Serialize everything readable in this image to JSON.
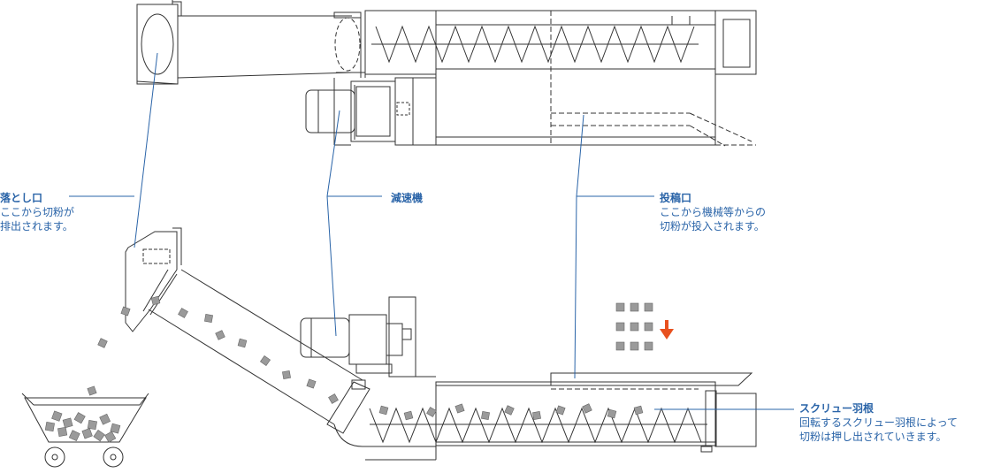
{
  "labels": {
    "outlet": {
      "title": "落とし口",
      "lines": [
        "ここから切粉が",
        "排出されます。"
      ]
    },
    "reducer": {
      "title": "減速機"
    },
    "inlet": {
      "title": "投稿口",
      "lines": [
        "ここから機械等からの",
        "切粉が投入されます。"
      ]
    },
    "screw": {
      "title": "スクリュー羽根",
      "lines": [
        "回転するスクリュー羽根によって",
        "切粉は押し出されていきます。"
      ]
    }
  },
  "colors": {
    "line": "#333333",
    "leader": "#2a64a8",
    "label": "#2a64a8",
    "chip": "#9a9a9a",
    "arrow": "#e8501e"
  }
}
